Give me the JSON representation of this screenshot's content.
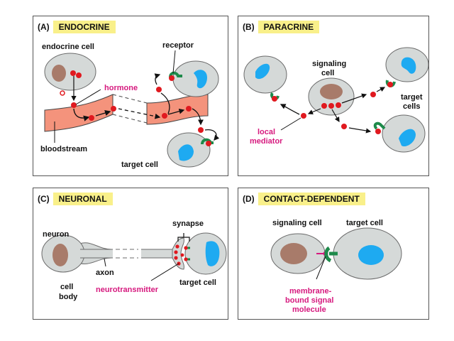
{
  "panels": {
    "A": {
      "letter": "(A)",
      "title": "ENDOCRINE",
      "labels": {
        "endocrine_cell": "endocrine cell",
        "hormone": "hormone",
        "receptor": "receptor",
        "bloodstream": "bloodstream",
        "target_cell": "target cell"
      }
    },
    "B": {
      "letter": "(B)",
      "title": "PARACRINE",
      "labels": {
        "signaling_cell_1": "signaling",
        "signaling_cell_2": "cell",
        "target_cells_1": "target",
        "target_cells_2": "cells",
        "local_mediator_1": "local",
        "local_mediator_2": "mediator"
      }
    },
    "C": {
      "letter": "(C)",
      "title": "NEURONAL",
      "labels": {
        "neuron": "neuron",
        "synapse": "synapse",
        "axon": "axon",
        "cell_body_1": "cell",
        "cell_body_2": "body",
        "neurotransmitter": "neurotransmitter",
        "target_cell": "target cell"
      }
    },
    "D": {
      "letter": "(D)",
      "title": "CONTACT-DEPENDENT",
      "labels": {
        "signaling_cell": "signaling cell",
        "target_cell": "target cell",
        "membrane_1": "membrane-",
        "membrane_2": "bound signal",
        "membrane_3": "molecule"
      }
    }
  },
  "colors": {
    "cell_fill": "#d5d9d8",
    "cell_stroke": "#6b6b6b",
    "nucleus_signaling": "#a87b6a",
    "nucleus_target": "#1eaaf1",
    "signal_molecule": "#e0191f",
    "receptor": "#1d8a4a",
    "bloodstream": "#f4937c",
    "highlight": "#d6197e",
    "title_bg": "#f9f08a"
  }
}
